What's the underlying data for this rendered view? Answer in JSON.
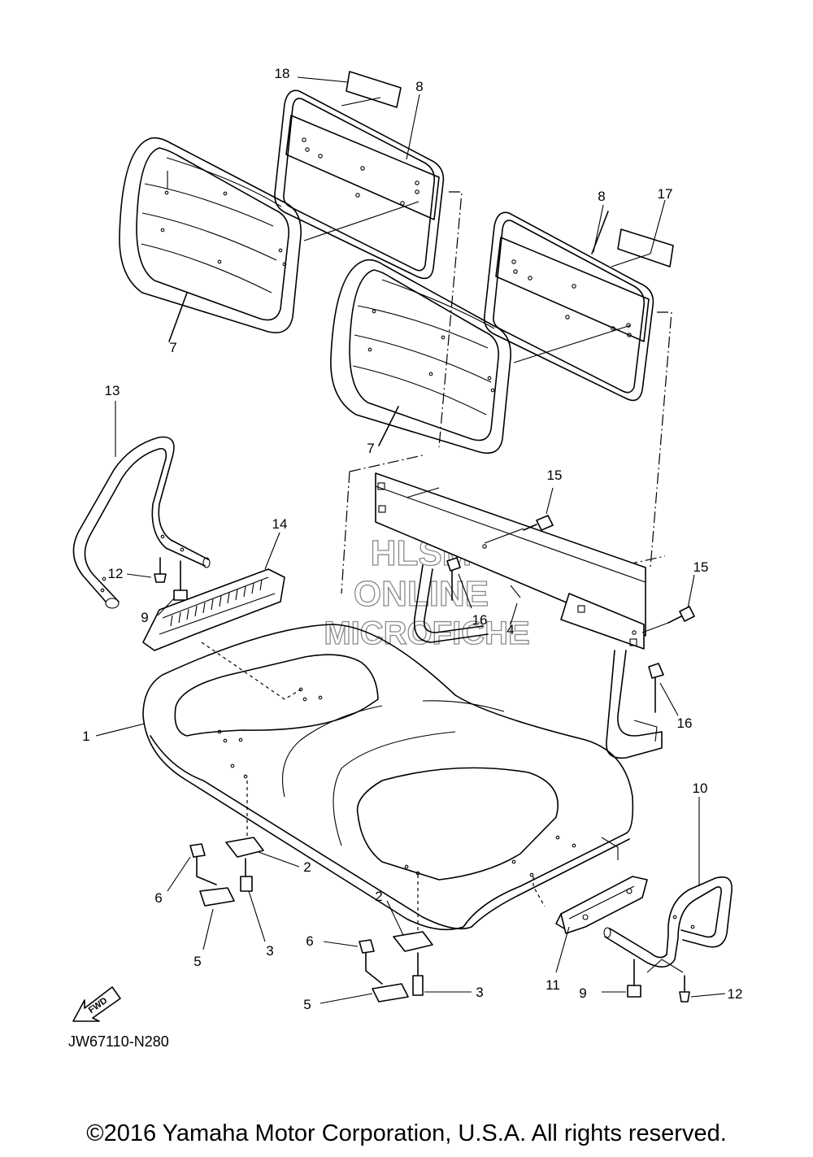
{
  "diagram_code": "JW67110-N280",
  "copyright": "©2016 Yamaha Motor Corporation, U.S.A. All rights reserved.",
  "fwd_label": "FWD",
  "watermark": {
    "line1": "HLSM",
    "line2": "ONLINE",
    "line3": "MICROFICHE",
    "color": "#8a8a8a"
  },
  "callouts": {
    "c18": "18",
    "c8a": "8",
    "c8b": "8",
    "c17": "17",
    "c7a": "7",
    "c7b": "7",
    "c13": "13",
    "c14": "14",
    "c15a": "15",
    "c15b": "15",
    "c12a": "12",
    "c9a": "9",
    "c16a": "16",
    "c16b": "16",
    "c4": "4",
    "c1": "1",
    "c10": "10",
    "c2a": "2",
    "c2b": "2",
    "c6a": "6",
    "c6b": "6",
    "c5a": "5",
    "c5b": "5",
    "c3a": "3",
    "c3b": "3",
    "c11": "11",
    "c9b": "9",
    "c12b": "12"
  }
}
